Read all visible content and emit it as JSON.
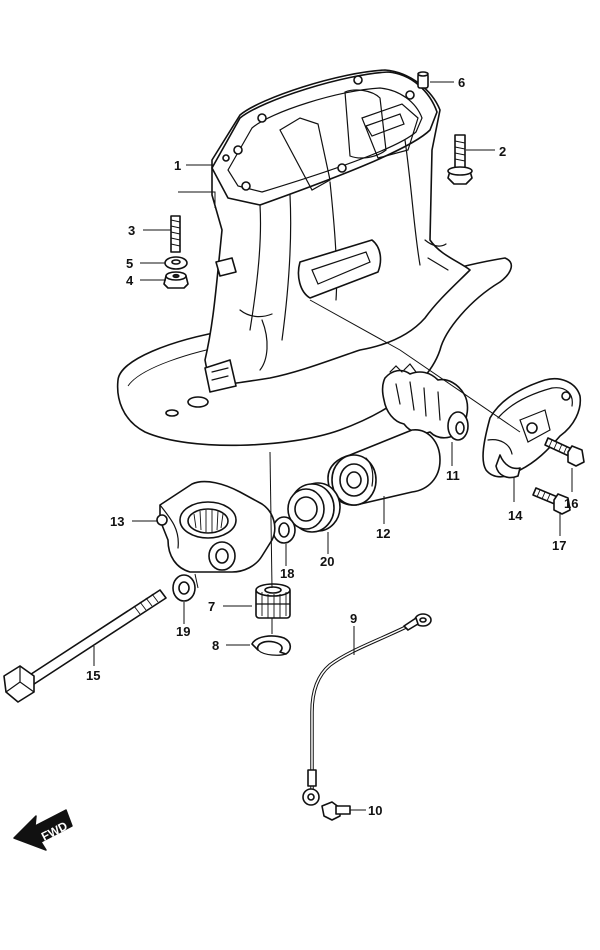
{
  "callouts": {
    "c1": "1",
    "c2": "2",
    "c3": "3",
    "c4": "4",
    "c5": "5",
    "c6": "6",
    "c7": "7",
    "c8": "8",
    "c9": "9",
    "c10": "10",
    "c11": "11",
    "c12": "12",
    "c13": "13",
    "c14": "14",
    "c15": "15",
    "c16": "16",
    "c17": "17",
    "c18": "18",
    "c19": "19",
    "c20": "20"
  },
  "fwd_arrow": {
    "label": "FWD"
  }
}
